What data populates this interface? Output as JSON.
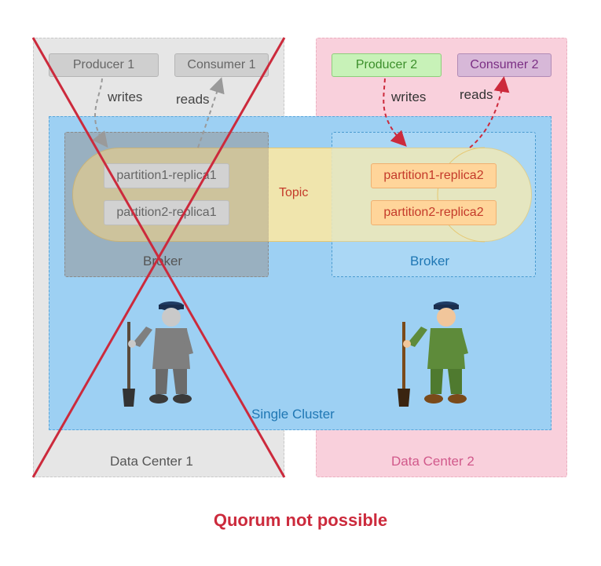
{
  "data_center_1": {
    "label": "Data Center 1"
  },
  "data_center_2": {
    "label": "Data Center 2"
  },
  "cluster": {
    "label": "Single Cluster"
  },
  "topic": {
    "label": "Topic"
  },
  "broker_1": {
    "label": "Broker",
    "partitions": [
      "partition1-replica1",
      "partition2-replica1"
    ]
  },
  "broker_2": {
    "label": "Broker",
    "partitions": [
      "partition1-replica2",
      "partition2-replica2"
    ]
  },
  "clients_1": {
    "producer": "Producer 1",
    "consumer": "Consumer 1",
    "writes": "writes",
    "reads": "reads"
  },
  "clients_2": {
    "producer": "Producer 2",
    "consumer": "Consumer 2",
    "writes": "writes",
    "reads": "reads"
  },
  "zookeeper_1": {
    "icon": "zookeeper-icon",
    "status": "failed"
  },
  "zookeeper_2": {
    "icon": "zookeeper-icon",
    "status": "active"
  },
  "caption": "Quorum not possible",
  "colors": {
    "failure": "#cc2a3c",
    "cluster": "#9dd0f3",
    "dc1": "#e6e6e6",
    "dc2": "#f9d0dc"
  }
}
